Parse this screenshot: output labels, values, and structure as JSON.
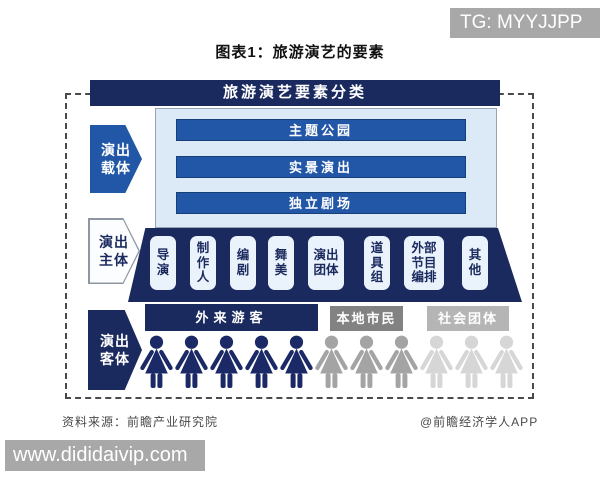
{
  "badge": {
    "text": "TG: MYYJJPP"
  },
  "title": "图表1：旅游演艺的要素",
  "diagram": {
    "header": "旅游演艺要素分类",
    "carrier": {
      "label": "演出载体",
      "items": [
        "主题公园",
        "实景演出",
        "独立剧场"
      ]
    },
    "subject": {
      "label": "演出主体",
      "items": [
        "导演",
        "制作人",
        "编剧",
        "舞美",
        "演出团体",
        "道具组",
        "外部节目编排",
        "其他"
      ]
    },
    "audience": {
      "label": "演出客体",
      "groups": [
        {
          "name": "外来游客",
          "count": 5,
          "color": "#1b2a66"
        },
        {
          "name": "本地市民",
          "count": 3,
          "color": "#a4a4a4"
        },
        {
          "name": "社会团体",
          "count": 3,
          "color": "#d6d6d6"
        }
      ]
    }
  },
  "footer": {
    "source": "资料来源：前瞻产业研究院",
    "credit": "@前瞻经济学人APP"
  },
  "watermark": {
    "text": "www.dididaivip.com"
  },
  "colors": {
    "navy": "#1b2a5e",
    "blue": "#2157a6",
    "panel": "#dce9f6",
    "box": "#eaf2fb",
    "gray_dark": "#828282",
    "gray_light": "#b5b5b5",
    "badge": "#a8a8a8"
  },
  "chart_data": {
    "type": "table",
    "title": "旅游演艺要素分类",
    "rows": [
      {
        "category": "演出载体",
        "elements": [
          "主题公园",
          "实景演出",
          "独立剧场"
        ]
      },
      {
        "category": "演出主体",
        "elements": [
          "导演",
          "制作人",
          "编剧",
          "舞美",
          "演出团体",
          "道具组",
          "外部节目编排",
          "其他"
        ]
      },
      {
        "category": "演出客体",
        "elements": [
          "外来游客",
          "本地市民",
          "社会团体"
        ],
        "figure_counts": [
          5,
          3,
          3
        ]
      }
    ]
  }
}
